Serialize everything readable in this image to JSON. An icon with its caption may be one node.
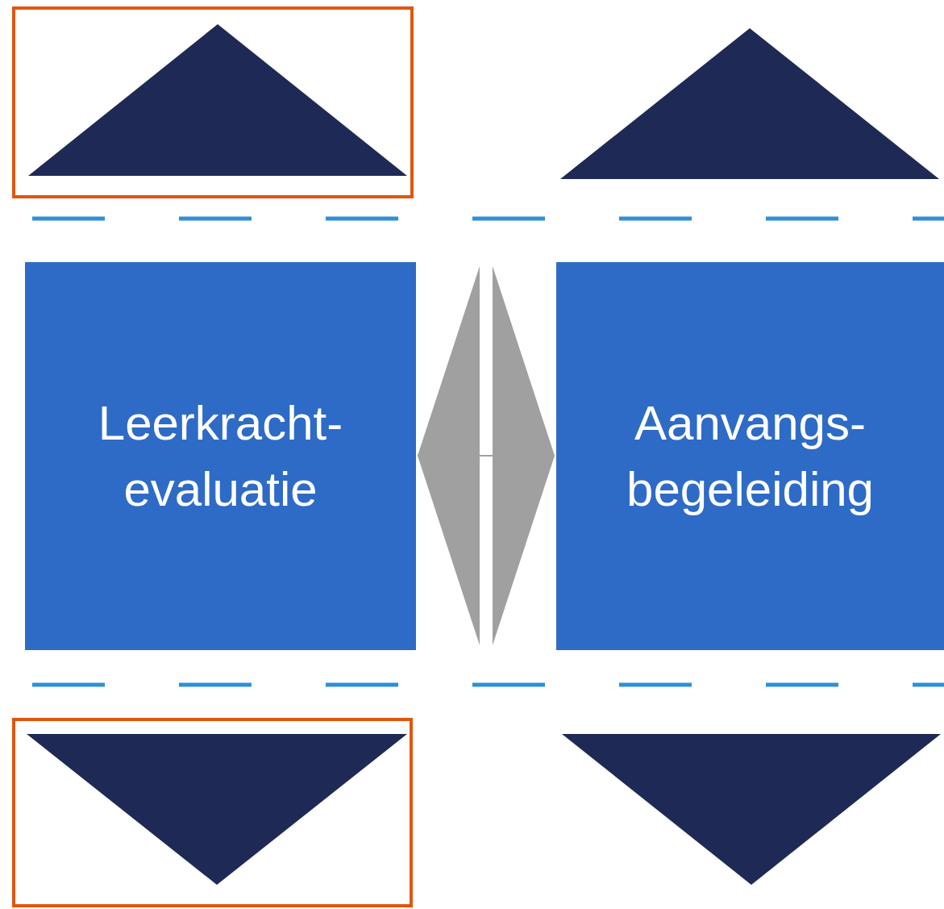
{
  "diagram": {
    "nodes": [
      {
        "text": [],
        "shape": "box"
      },
      {
        "text": [],
        "shape": "triangle",
        "in": 0
      },
      {
        "text": [],
        "shape": "triangle"
      },
      {
        "text": [
          "Leerkracht- evaluatie"
        ]
      },
      {
        "text": [
          "Aanvangs- begeleiding"
        ]
      },
      {
        "text": [],
        "shape": "box"
      },
      {
        "text": [],
        "shape": "triangle",
        "in": 5
      },
      {
        "text": [],
        "shape": "triangle"
      }
    ],
    "edges": [
      {
        "from": 3,
        "to": 4,
        "arrow": "both"
      }
    ]
  }
}
